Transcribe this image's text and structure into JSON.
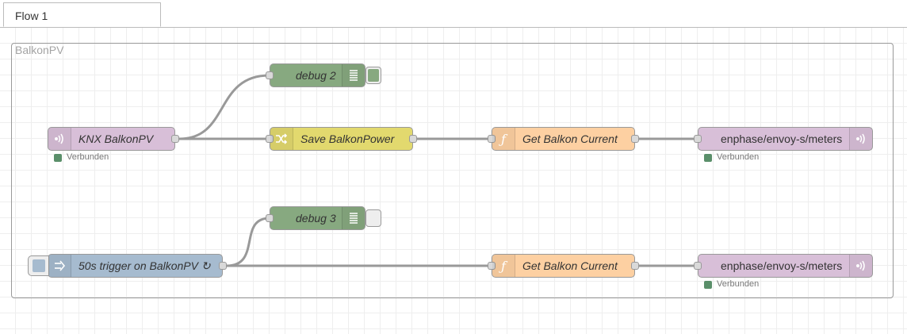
{
  "tabs": [
    {
      "label": "Flow 1"
    }
  ],
  "group": {
    "label": "BalkonPV"
  },
  "colors": {
    "knx": "#d8bfd8",
    "debug": "#87a980",
    "change": "#e2d96e",
    "function": "#fdd0a2",
    "mqtt": "#d8bfd8",
    "inject": "#a6bbcf",
    "status_connected": "#5a8f6a"
  },
  "nodes": {
    "debug2": {
      "label": "debug 2",
      "type": "debug",
      "icon": "list-icon"
    },
    "knx": {
      "label": "KNX BalkonPV",
      "type": "knx-in",
      "icon": "wifi-waves-icon",
      "status": "Verbunden"
    },
    "save": {
      "label": "Save BalkonPower",
      "type": "change",
      "icon": "shuffle-icon"
    },
    "getcur1": {
      "label": "Get Balkon Current",
      "type": "function",
      "icon": "function-icon"
    },
    "mqtt1": {
      "label": "enphase/envoy-s/meters",
      "type": "mqtt-out",
      "icon": "wifi-waves-icon",
      "status": "Verbunden"
    },
    "debug3": {
      "label": "debug 3",
      "type": "debug",
      "icon": "list-icon"
    },
    "inject": {
      "label": "50s trigger on BalkonPV ↻",
      "type": "inject",
      "icon": "arrow-right-icon"
    },
    "getcur2": {
      "label": "Get Balkon Current",
      "type": "function",
      "icon": "function-icon"
    },
    "mqtt2": {
      "label": "enphase/envoy-s/meters",
      "type": "mqtt-out",
      "icon": "wifi-waves-icon",
      "status": "Verbunden"
    }
  }
}
